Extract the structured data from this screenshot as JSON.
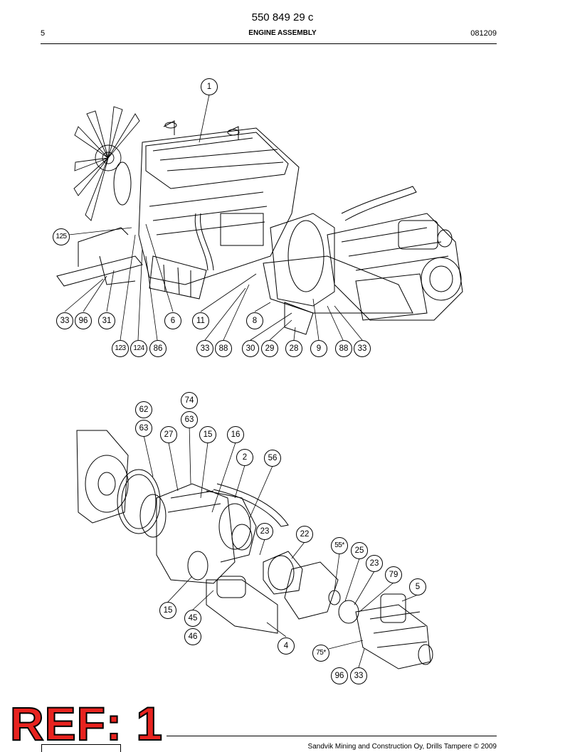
{
  "header": {
    "doc_number": "550 849 29 c",
    "page_number": "5",
    "section_title": "ENGINE ASSEMBLY",
    "date_code": "081209"
  },
  "figure_top": {
    "callouts": [
      "1",
      "125",
      "33",
      "96",
      "31",
      "6",
      "11",
      "8",
      "123",
      "124",
      "86",
      "33",
      "88",
      "30",
      "29",
      "28",
      "9",
      "88",
      "33"
    ]
  },
  "figure_bottom": {
    "callouts": [
      "74",
      "62",
      "63",
      "63",
      "27",
      "15",
      "16",
      "2",
      "56",
      "23",
      "22",
      "55*",
      "25",
      "23",
      "79",
      "5",
      "15",
      "45",
      "46",
      "4",
      "75*",
      "96",
      "33"
    ]
  },
  "stamp": {
    "text": "REF: 1"
  },
  "footer": {
    "text": "Sandvik Mining and Construction Oy, Drills Tampere © 2009"
  }
}
